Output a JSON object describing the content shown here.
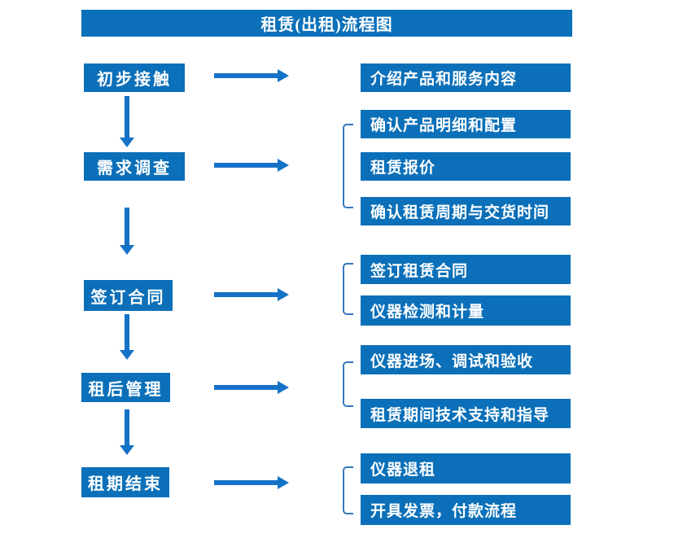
{
  "title": "租赁(出租)流程图",
  "colors": {
    "box_blue": "#0b70b9",
    "arrow_blue": "#1472c8",
    "bracket_blue": "#3577bd",
    "text_white": "#ffffff"
  },
  "rows": [
    {
      "step": "初步接触",
      "details": [
        "介绍产品和服务内容"
      ]
    },
    {
      "step": "需求调查",
      "details": [
        "确认产品明细和配置",
        "租赁报价",
        "确认租赁周期与交货时间"
      ]
    },
    {
      "step": "签订合同",
      "details": [
        "签订租赁合同",
        "仪器检测和计量"
      ]
    },
    {
      "step": "租后管理",
      "details": [
        "仪器进场、调试和验收",
        "租赁期间技术支持和指导"
      ]
    },
    {
      "step": "租期结束",
      "details": [
        "仪器退租",
        "开具发票，付款流程"
      ]
    }
  ]
}
